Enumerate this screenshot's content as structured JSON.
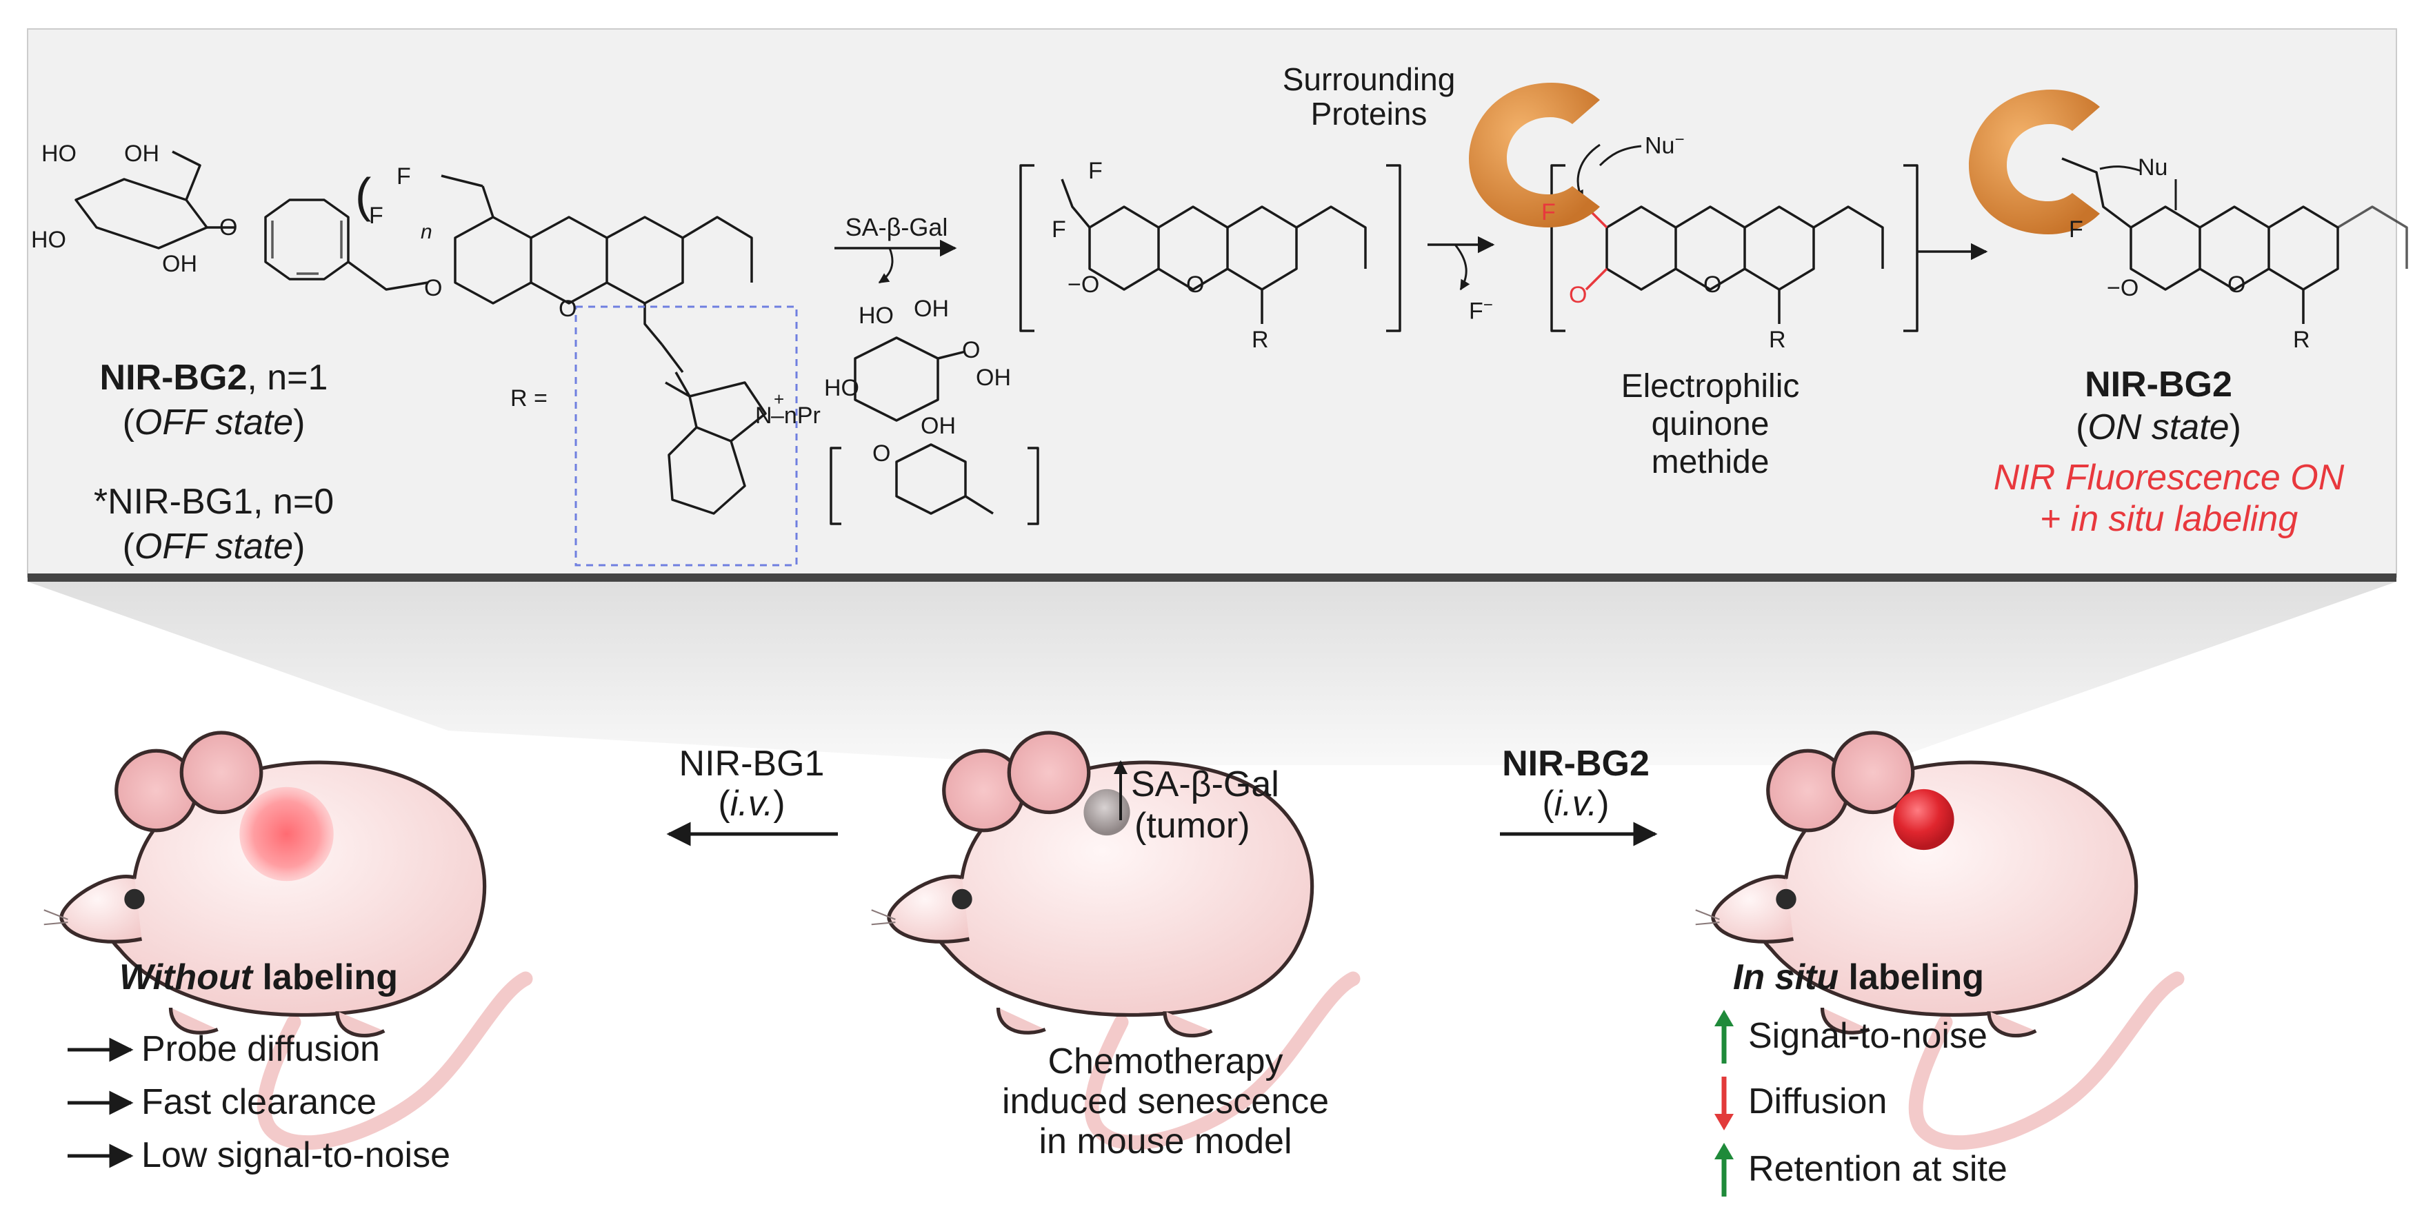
{
  "top_panel": {
    "probe": {
      "name": "NIR-BG2",
      "n_value": ", n=1",
      "state_open": "(",
      "state": "OFF state",
      "state_close": ")",
      "alt_name": "*NIR-BG1, n=0",
      "alt_state": "OFF state",
      "r_label": "R =",
      "n_sub": "n"
    },
    "atoms": {
      "ho": "HO",
      "oh": "OH",
      "o": "O",
      "f": "F",
      "f_minus": "F",
      "r": "R",
      "n_plus": "N",
      "npr": "–nPr",
      "o_minus": "O",
      "nu": "Nu",
      "minus": "−",
      "plus": "+"
    },
    "enzyme": "SA-β-Gal",
    "surrounding_proteins_line1": "Surrounding",
    "surrounding_proteins_line2": "Proteins",
    "intermediate_label": [
      "Electrophilic",
      "quinone",
      "methide"
    ],
    "product": {
      "name": "NIR-BG2",
      "state": "ON state",
      "highlight_line1": "NIR Fluorescence ON",
      "highlight_line2": "+ in situ labeling"
    }
  },
  "bottom_panel": {
    "left_arrow": {
      "label": "NIR-BG1",
      "route": "i.v."
    },
    "right_arrow": {
      "label": "NIR-BG2",
      "route": "i.v."
    },
    "center_mouse": {
      "tumor_line1": "SA-β-Gal",
      "tumor_line2": "(tumor)",
      "caption": [
        "Chemotherapy",
        "induced senescence",
        "in mouse model"
      ]
    },
    "left_result": {
      "title_em": "Without",
      "title_rest": " labeling",
      "items": [
        "Probe diffusion",
        "Fast clearance",
        "Low signal-to-noise"
      ]
    },
    "right_result": {
      "title_em": "In situ",
      "title_rest": " labeling",
      "items": [
        {
          "direction": "up",
          "color": "#1f8a3a",
          "text": "Signal-to-noise"
        },
        {
          "direction": "down",
          "color": "#e23a3a",
          "text": "Diffusion"
        },
        {
          "direction": "up",
          "color": "#1f8a3a",
          "text": "Retention at site"
        }
      ]
    }
  },
  "colors": {
    "panel": "#f1f1f1",
    "mouse_body": "#f7dcdc",
    "mouse_outline": "#3a2a2a",
    "protein": "#d98a3c",
    "highlight_red": "#e8383d",
    "dashed_box": "#6f7fe0"
  }
}
